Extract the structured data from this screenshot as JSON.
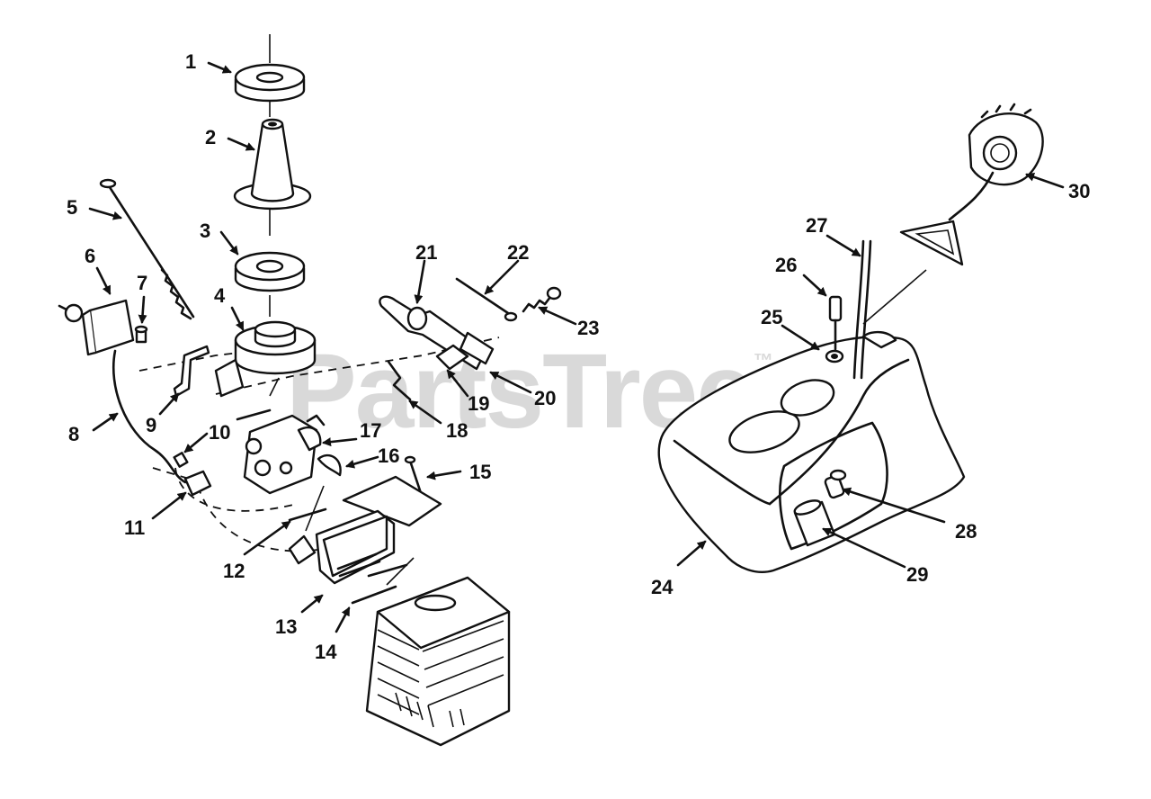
{
  "watermark": {
    "text": "PartsTree",
    "mark": "™"
  },
  "callouts": [
    {
      "id": "c1",
      "text": "1"
    },
    {
      "id": "c2",
      "text": "2"
    },
    {
      "id": "c3",
      "text": "3"
    },
    {
      "id": "c4",
      "text": "4"
    },
    {
      "id": "c5",
      "text": "5"
    },
    {
      "id": "c6",
      "text": "6"
    },
    {
      "id": "c7",
      "text": "7"
    },
    {
      "id": "c8",
      "text": "8"
    },
    {
      "id": "c9",
      "text": "9"
    },
    {
      "id": "c10",
      "text": "10"
    },
    {
      "id": "c11",
      "text": "11"
    },
    {
      "id": "c12",
      "text": "12"
    },
    {
      "id": "c13",
      "text": "13"
    },
    {
      "id": "c14",
      "text": "14"
    },
    {
      "id": "c15",
      "text": "15"
    },
    {
      "id": "c16",
      "text": "16"
    },
    {
      "id": "c17",
      "text": "17"
    },
    {
      "id": "c18",
      "text": "18"
    },
    {
      "id": "c19",
      "text": "19"
    },
    {
      "id": "c20",
      "text": "20"
    },
    {
      "id": "c21",
      "text": "21"
    },
    {
      "id": "c22",
      "text": "22"
    },
    {
      "id": "c23",
      "text": "23"
    },
    {
      "id": "c24",
      "text": "24"
    },
    {
      "id": "c25",
      "text": "25"
    },
    {
      "id": "c26",
      "text": "26"
    },
    {
      "id": "c27",
      "text": "27"
    },
    {
      "id": "c28",
      "text": "28"
    },
    {
      "id": "c29",
      "text": "29"
    },
    {
      "id": "c30",
      "text": "30"
    }
  ]
}
